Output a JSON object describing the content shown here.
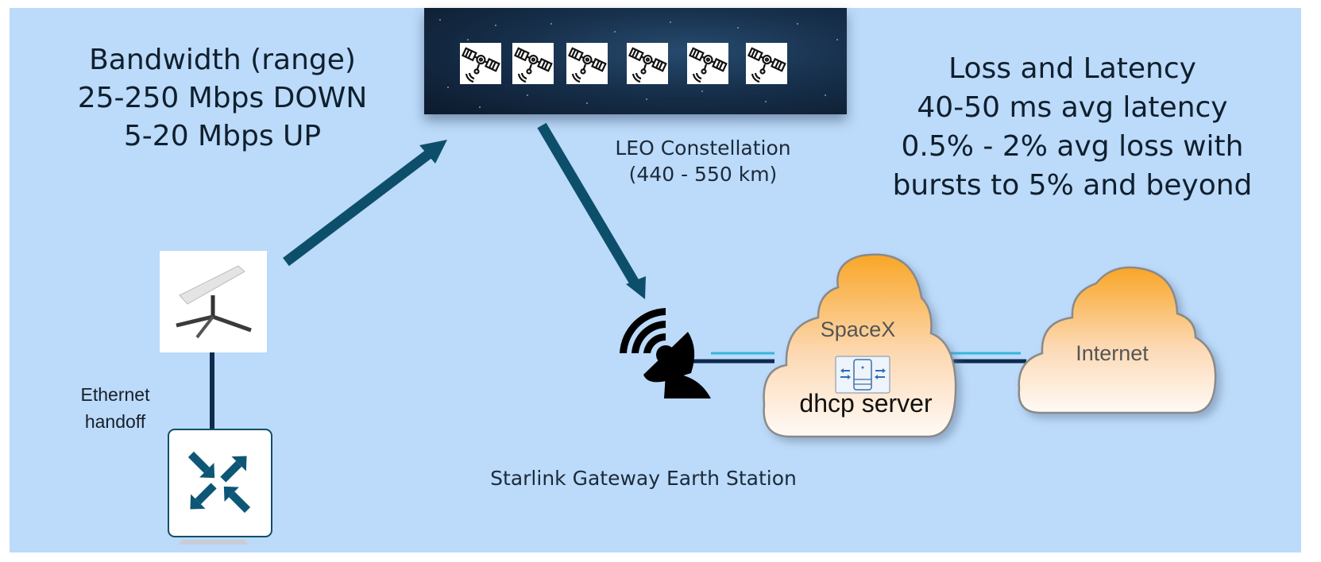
{
  "bandwidth": {
    "title": "Bandwidth (range)",
    "down": "25-250 Mbps DOWN",
    "up": "5-20 Mbps UP"
  },
  "loss_latency": {
    "title": "Loss and Latency",
    "latency": "40-50 ms avg latency",
    "loss": "0.5% - 2% avg loss with",
    "bursts": "bursts to 5% and beyond"
  },
  "leo": {
    "line1": "LEO Constellation",
    "line2": "(440 - 550  km)",
    "satellite_count": 6,
    "satellite_icon": "satellite-icon"
  },
  "gateway": {
    "label": "Starlink Gateway Earth Station",
    "icon": "satellite-dish-icon"
  },
  "terminal": {
    "label_line1": "Ethernet",
    "label_line2": "handoff",
    "dish_icon": "starlink-dish-icon",
    "router_icon": "router-icon"
  },
  "clouds": {
    "spacex": {
      "label": "SpaceX",
      "server_label": "dhcp server",
      "server_icon": "dhcp-server-icon"
    },
    "internet": {
      "label": "Internet"
    }
  },
  "colors": {
    "background": "#bcdaf9",
    "arrow": "#0d4f6a",
    "link_dark": "#0f2a4f",
    "link_light": "#35b6e0",
    "cloud_top": "#f9a626"
  }
}
